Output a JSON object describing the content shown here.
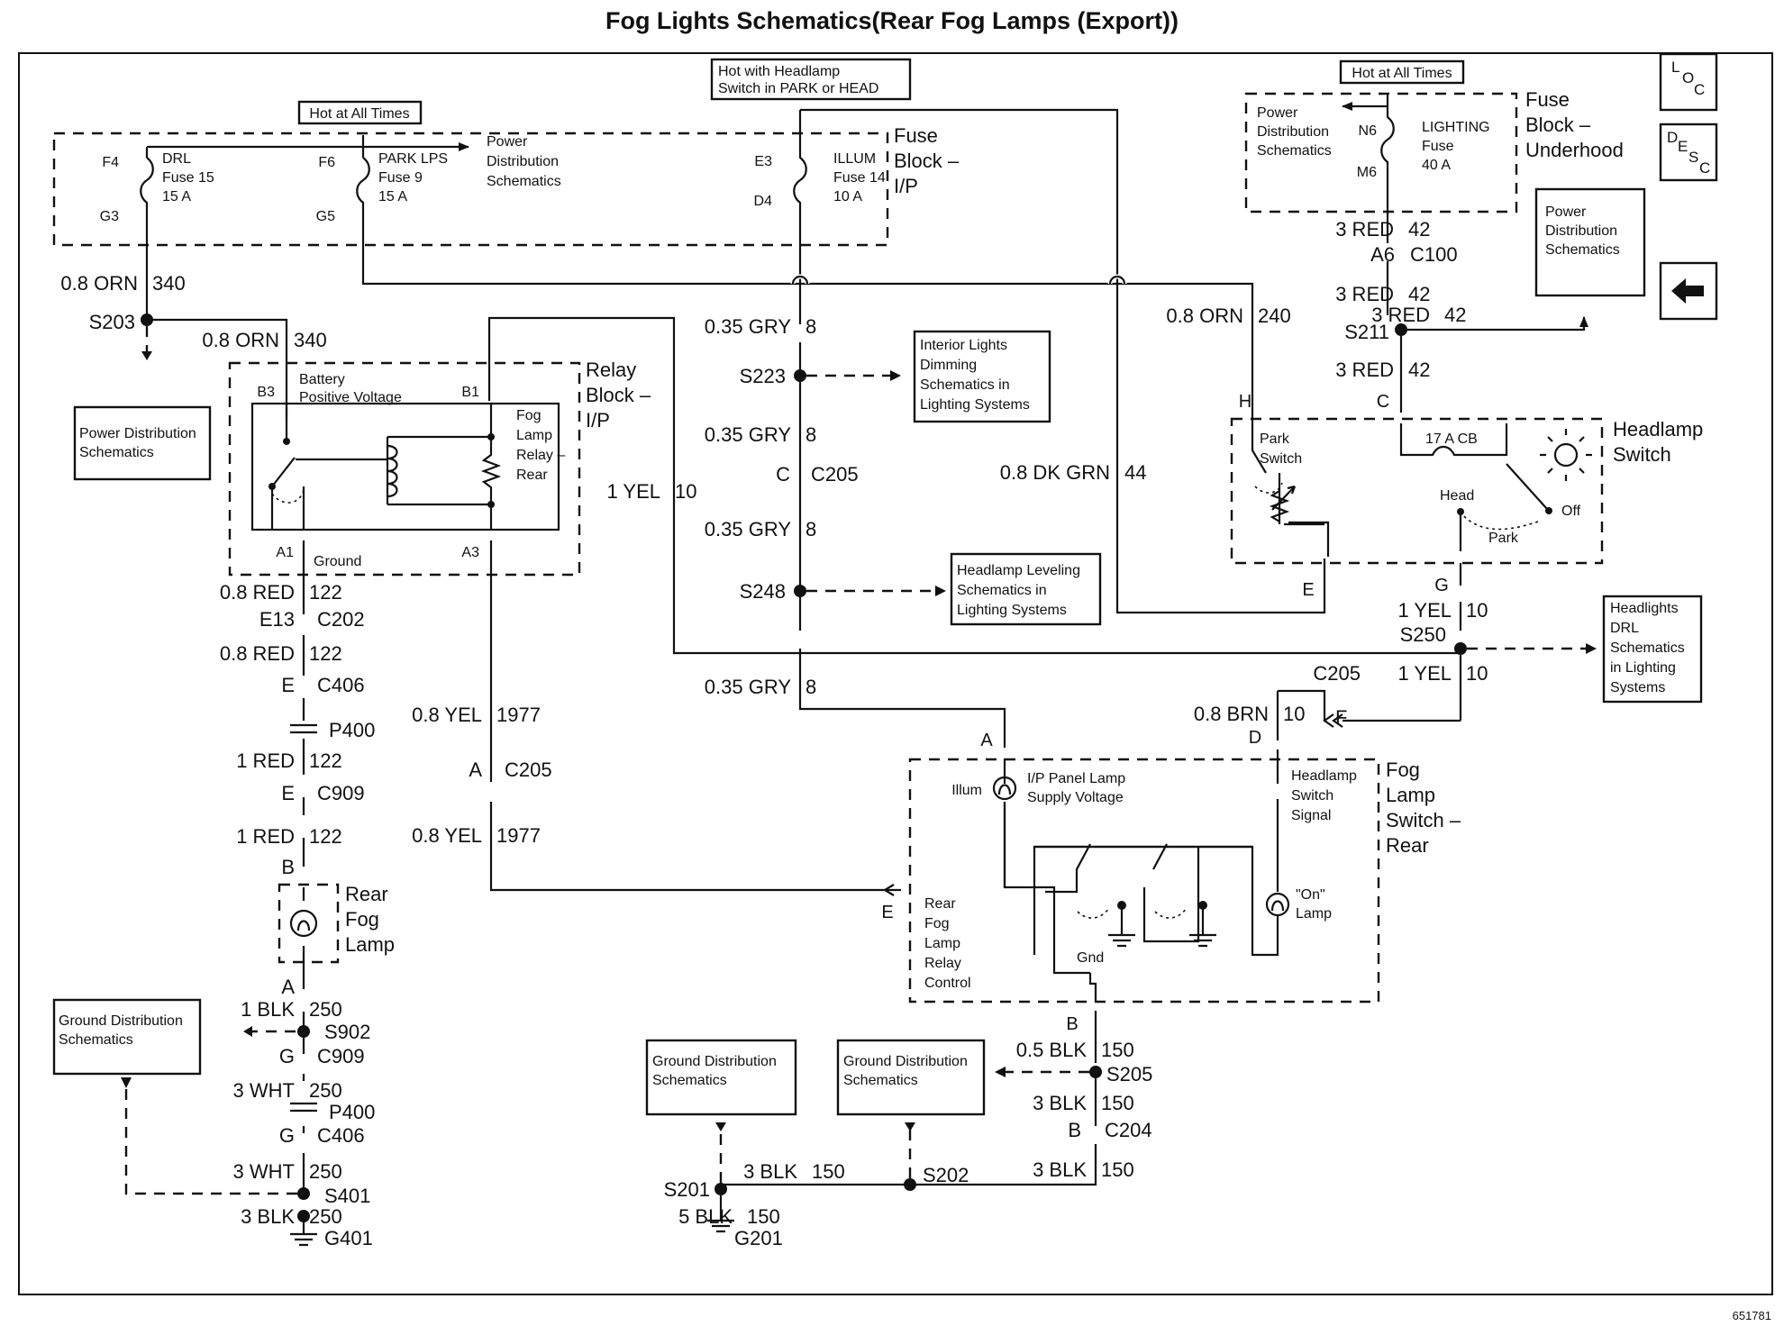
{
  "title": "Fog Lights Schematics(Rear Fog Lamps (Export))",
  "drawing_number": "651781",
  "nav_icons": {
    "loc": [
      "L",
      "O",
      "C"
    ],
    "desc": [
      "D",
      "E",
      "S",
      "C"
    ],
    "back": "back-arrow-icon"
  },
  "hot_labels": {
    "hot_at_all_times_left": "Hot at All Times",
    "hot_with_headlamp": [
      "Hot with Headlamp",
      "Switch in PARK or HEAD"
    ],
    "hot_at_all_times_right": "Hot at All Times"
  },
  "fuse_block_ip": {
    "label": [
      "Fuse",
      "Block –",
      "I/P"
    ],
    "fuses": [
      {
        "top": "F4",
        "bottom": "G3",
        "lines": [
          "DRL",
          "Fuse 15",
          "15 A"
        ]
      },
      {
        "top": "F6",
        "bottom": "G5",
        "lines": [
          "PARK LPS",
          "Fuse 9",
          "15 A"
        ]
      },
      {
        "top": "E3",
        "bottom": "D4",
        "lines": [
          "ILLUM",
          "Fuse 14",
          "10 A"
        ]
      }
    ],
    "power_dist": [
      "Power",
      "Distribution",
      "Schematics"
    ]
  },
  "fuse_block_underhood": {
    "label": [
      "Fuse",
      "Block –",
      "Underhood"
    ],
    "power_dist": [
      "Power",
      "Distribution",
      "Schematics"
    ],
    "fuse": {
      "top": "N6",
      "bottom": "M6",
      "lines": [
        "LIGHTING",
        "Fuse",
        "40 A"
      ]
    }
  },
  "relay_block": {
    "label": [
      "Relay",
      "Block –",
      "I/P"
    ],
    "battery": [
      "Battery",
      "Positive Voltage"
    ],
    "relay": [
      "Fog",
      "Lamp",
      "Relay –",
      "Rear"
    ],
    "pins": {
      "b3": "B3",
      "b1": "B1",
      "a1": "A1",
      "a3": "A3"
    },
    "ground": "Ground"
  },
  "headlamp_switch": {
    "label": [
      "Headlamp",
      "Switch"
    ],
    "park_switch": [
      "Park",
      "Switch"
    ],
    "cb": "17 A CB",
    "head": "Head",
    "off": "Off",
    "park": "Park",
    "pins": {
      "h": "H",
      "c": "C",
      "e": "E",
      "g": "G"
    }
  },
  "fog_switch": {
    "label": [
      "Fog",
      "Lamp",
      "Switch –",
      "Rear"
    ],
    "ip_panel": [
      "I/P Panel Lamp",
      "Supply Voltage"
    ],
    "illum": "Illum",
    "headlamp_signal": [
      "Headlamp",
      "Switch",
      "Signal"
    ],
    "on_lamp": [
      "\"On\"",
      "Lamp"
    ],
    "relay_control": [
      "Rear",
      "Fog",
      "Lamp",
      "Relay",
      "Control"
    ],
    "gnd": "Gnd",
    "pins": {
      "a": "A",
      "d": "D",
      "e": "E",
      "b": "B"
    }
  },
  "rear_fog_lamp": [
    "Rear",
    "Fog",
    "Lamp"
  ],
  "ref_boxes": {
    "power_dist_left": [
      "Power Distribution",
      "Schematics"
    ],
    "power_dist_right": [
      "Power",
      "Distribution",
      "Schematics"
    ],
    "interior": [
      "Interior Lights",
      "Dimming",
      "Schematics in",
      "Lighting Systems"
    ],
    "leveling": [
      "Headlamp Leveling",
      "Schematics in",
      "Lighting Systems"
    ],
    "drl": [
      "Headlights",
      "DRL",
      "Schematics",
      "in Lighting",
      "Systems"
    ],
    "ground_left": [
      "Ground Distribution",
      "Schematics"
    ],
    "ground_mid1": [
      "Ground Distribution",
      "Schematics"
    ],
    "ground_mid2": [
      "Ground Distribution",
      "Schematics"
    ]
  },
  "wire_labels": {
    "w_orn340a": [
      "0.8 ORN",
      "340"
    ],
    "w_orn340b": [
      "0.8 ORN",
      "340"
    ],
    "w_red122a": [
      "0.8 RED",
      "122"
    ],
    "w_red122b": [
      "0.8 RED",
      "122"
    ],
    "w_red122c": [
      "1 RED",
      "122"
    ],
    "w_red122d": [
      "1 RED",
      "122"
    ],
    "w_blk250": [
      "1 BLK",
      "250"
    ],
    "w_wht250a": [
      "3 WHT",
      "250"
    ],
    "w_wht250b": [
      "3 WHT",
      "250"
    ],
    "w_blk250b": [
      "3 BLK",
      "250"
    ],
    "w_yel1977a": [
      "0.8 YEL",
      "1977"
    ],
    "w_yel1977b": [
      "0.8 YEL",
      "1977"
    ],
    "w_gry8a": [
      "0.35 GRY",
      "8"
    ],
    "w_gry8b": [
      "0.35 GRY",
      "8"
    ],
    "w_gry8c": [
      "0.35 GRY",
      "8"
    ],
    "w_gry8d": [
      "0.35 GRY",
      "8"
    ],
    "w_yel10a": [
      "1 YEL",
      "10"
    ],
    "w_dkgrn44": [
      "0.8 DK GRN",
      "44"
    ],
    "w_orn240": [
      "0.8 ORN",
      "240"
    ],
    "w_red42a": [
      "3 RED",
      "42"
    ],
    "w_red42b": [
      "3 RED",
      "42"
    ],
    "w_red42c": [
      "3 RED",
      "42"
    ],
    "w_red42d": [
      "3 RED",
      "42"
    ],
    "w_yel10b": [
      "1 YEL",
      "10"
    ],
    "w_yel10c": [
      "1 YEL",
      "10"
    ],
    "w_brn10": [
      "0.8 BRN",
      "10"
    ],
    "w_blk150a": [
      "0.5 BLK",
      "150"
    ],
    "w_blk150b": [
      "3 BLK",
      "150"
    ],
    "w_blk150c": [
      "3 BLK",
      "150"
    ],
    "w_blk150d": [
      "3 BLK",
      "150"
    ],
    "w_blk150e": [
      "5 BLK",
      "150"
    ]
  },
  "connectors": {
    "s203": "S203",
    "e13": "E13",
    "c202": "C202",
    "e406": "E",
    "c406": "C406",
    "p400a": "P400",
    "e909": "E",
    "c909": "C909",
    "b_lamp": "B",
    "a_lamp": "A",
    "s902": "S902",
    "g909": "G",
    "c909b": "C909",
    "p400b": "P400",
    "g406": "G",
    "c406b": "C406",
    "s401": "S401",
    "g401": "G401",
    "a205": "A",
    "c205a": "C205",
    "s223": "S223",
    "c_c205": "C",
    "c205b": "C205",
    "s248": "S248",
    "a6": "A6",
    "c100": "C100",
    "s211": "S211",
    "s250": "S250",
    "c205c": "C205",
    "f_c205": "F",
    "s205": "S205",
    "b_c204": "B",
    "c204": "C204",
    "s202": "S202",
    "s201": "S201",
    "g201": "G201"
  }
}
